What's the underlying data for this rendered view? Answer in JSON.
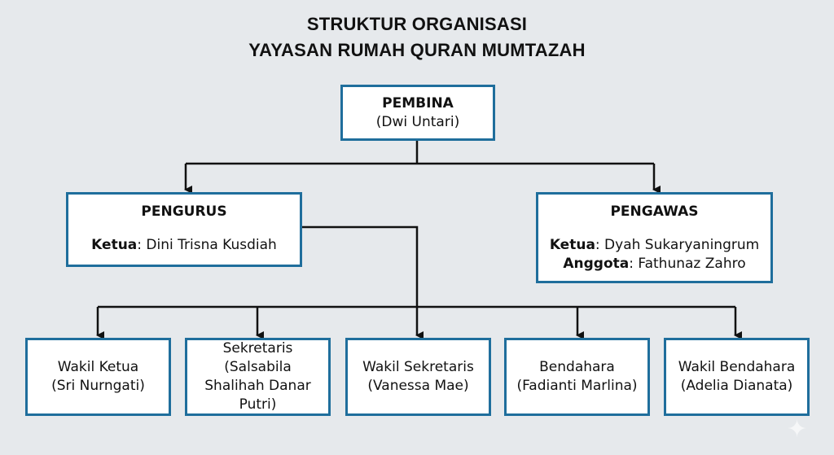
{
  "title": {
    "line1": "STRUKTUR ORGANISASI",
    "line2": "YAYASAN RUMAH QURAN MUMTAZAH"
  },
  "pembina": {
    "heading": "PEMBINA",
    "name": "(Dwi Untari)"
  },
  "pengurus": {
    "heading": "PENGURUS",
    "ketua_label": "Ketua",
    "ketua_name": ": Dini Trisna Kusdiah"
  },
  "pengawas": {
    "heading": "PENGAWAS",
    "ketua_label": "Ketua",
    "ketua_name": ": Dyah Sukaryaningrum",
    "anggota_label": "Anggota",
    "anggota_name": ": Fathunaz Zahro"
  },
  "units": [
    {
      "role": "Wakil Ketua",
      "name": "(Sri Nurngati)"
    },
    {
      "role": "Sekretaris",
      "name": "(Salsabila Shalihah Danar Putri)"
    },
    {
      "role": "Wakil Sekretaris",
      "name": "(Vanessa Mae)"
    },
    {
      "role": "Bendahara",
      "name": "(Fadianti Marlina)"
    },
    {
      "role": "Wakil Bendahara",
      "name": "(Adelia Dianata)"
    }
  ],
  "colors": {
    "border": "#1f6e9c",
    "background": "#e6e9ec",
    "line": "#111111"
  }
}
